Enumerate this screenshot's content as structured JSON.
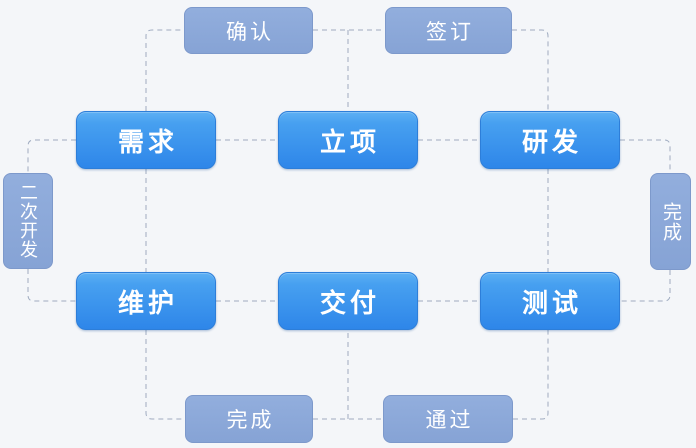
{
  "diagram": {
    "type": "flowchart",
    "background": "#f4f6f9",
    "colors": {
      "process_gradient_top": "#5db0f4",
      "process_gradient_bottom": "#2e86e9",
      "process_border": "#2d7ed9",
      "edge_label_fill": "#8ba8d8",
      "edge_label_border": "#7d99cb",
      "connector_dash": "#9fabc0",
      "text": "#ffffff"
    },
    "nodes": {
      "requirements": {
        "label": "需求"
      },
      "approval": {
        "label": "立项"
      },
      "development": {
        "label": "研发"
      },
      "maintenance": {
        "label": "维护"
      },
      "delivery": {
        "label": "交付"
      },
      "testing": {
        "label": "测试"
      }
    },
    "edge_labels": {
      "confirm": {
        "label": "确认"
      },
      "sign": {
        "label": "签订"
      },
      "secondary_development": {
        "label": "二次开发"
      },
      "complete_right": {
        "label": "完成"
      },
      "complete_bottom": {
        "label": "完成"
      },
      "pass": {
        "label": "通过"
      }
    },
    "edges": [
      {
        "from": "需求",
        "label": "确认",
        "to": "立项"
      },
      {
        "from": "立项",
        "label": "签订",
        "to": "研发"
      },
      {
        "from": "研发",
        "label": "完成",
        "to": "测试"
      },
      {
        "from": "测试",
        "label": "通过",
        "to": "交付"
      },
      {
        "from": "交付",
        "label": "完成",
        "to": "维护"
      },
      {
        "from": "维护",
        "label": "二次开发",
        "to": "需求"
      },
      {
        "from": "需求",
        "label": "",
        "to": "立项"
      },
      {
        "from": "立项",
        "label": "",
        "to": "研发"
      },
      {
        "from": "维护",
        "label": "",
        "to": "交付"
      },
      {
        "from": "交付",
        "label": "",
        "to": "测试"
      },
      {
        "from": "需求",
        "label": "",
        "to": "维护"
      },
      {
        "from": "研发",
        "label": "",
        "to": "测试"
      }
    ]
  }
}
